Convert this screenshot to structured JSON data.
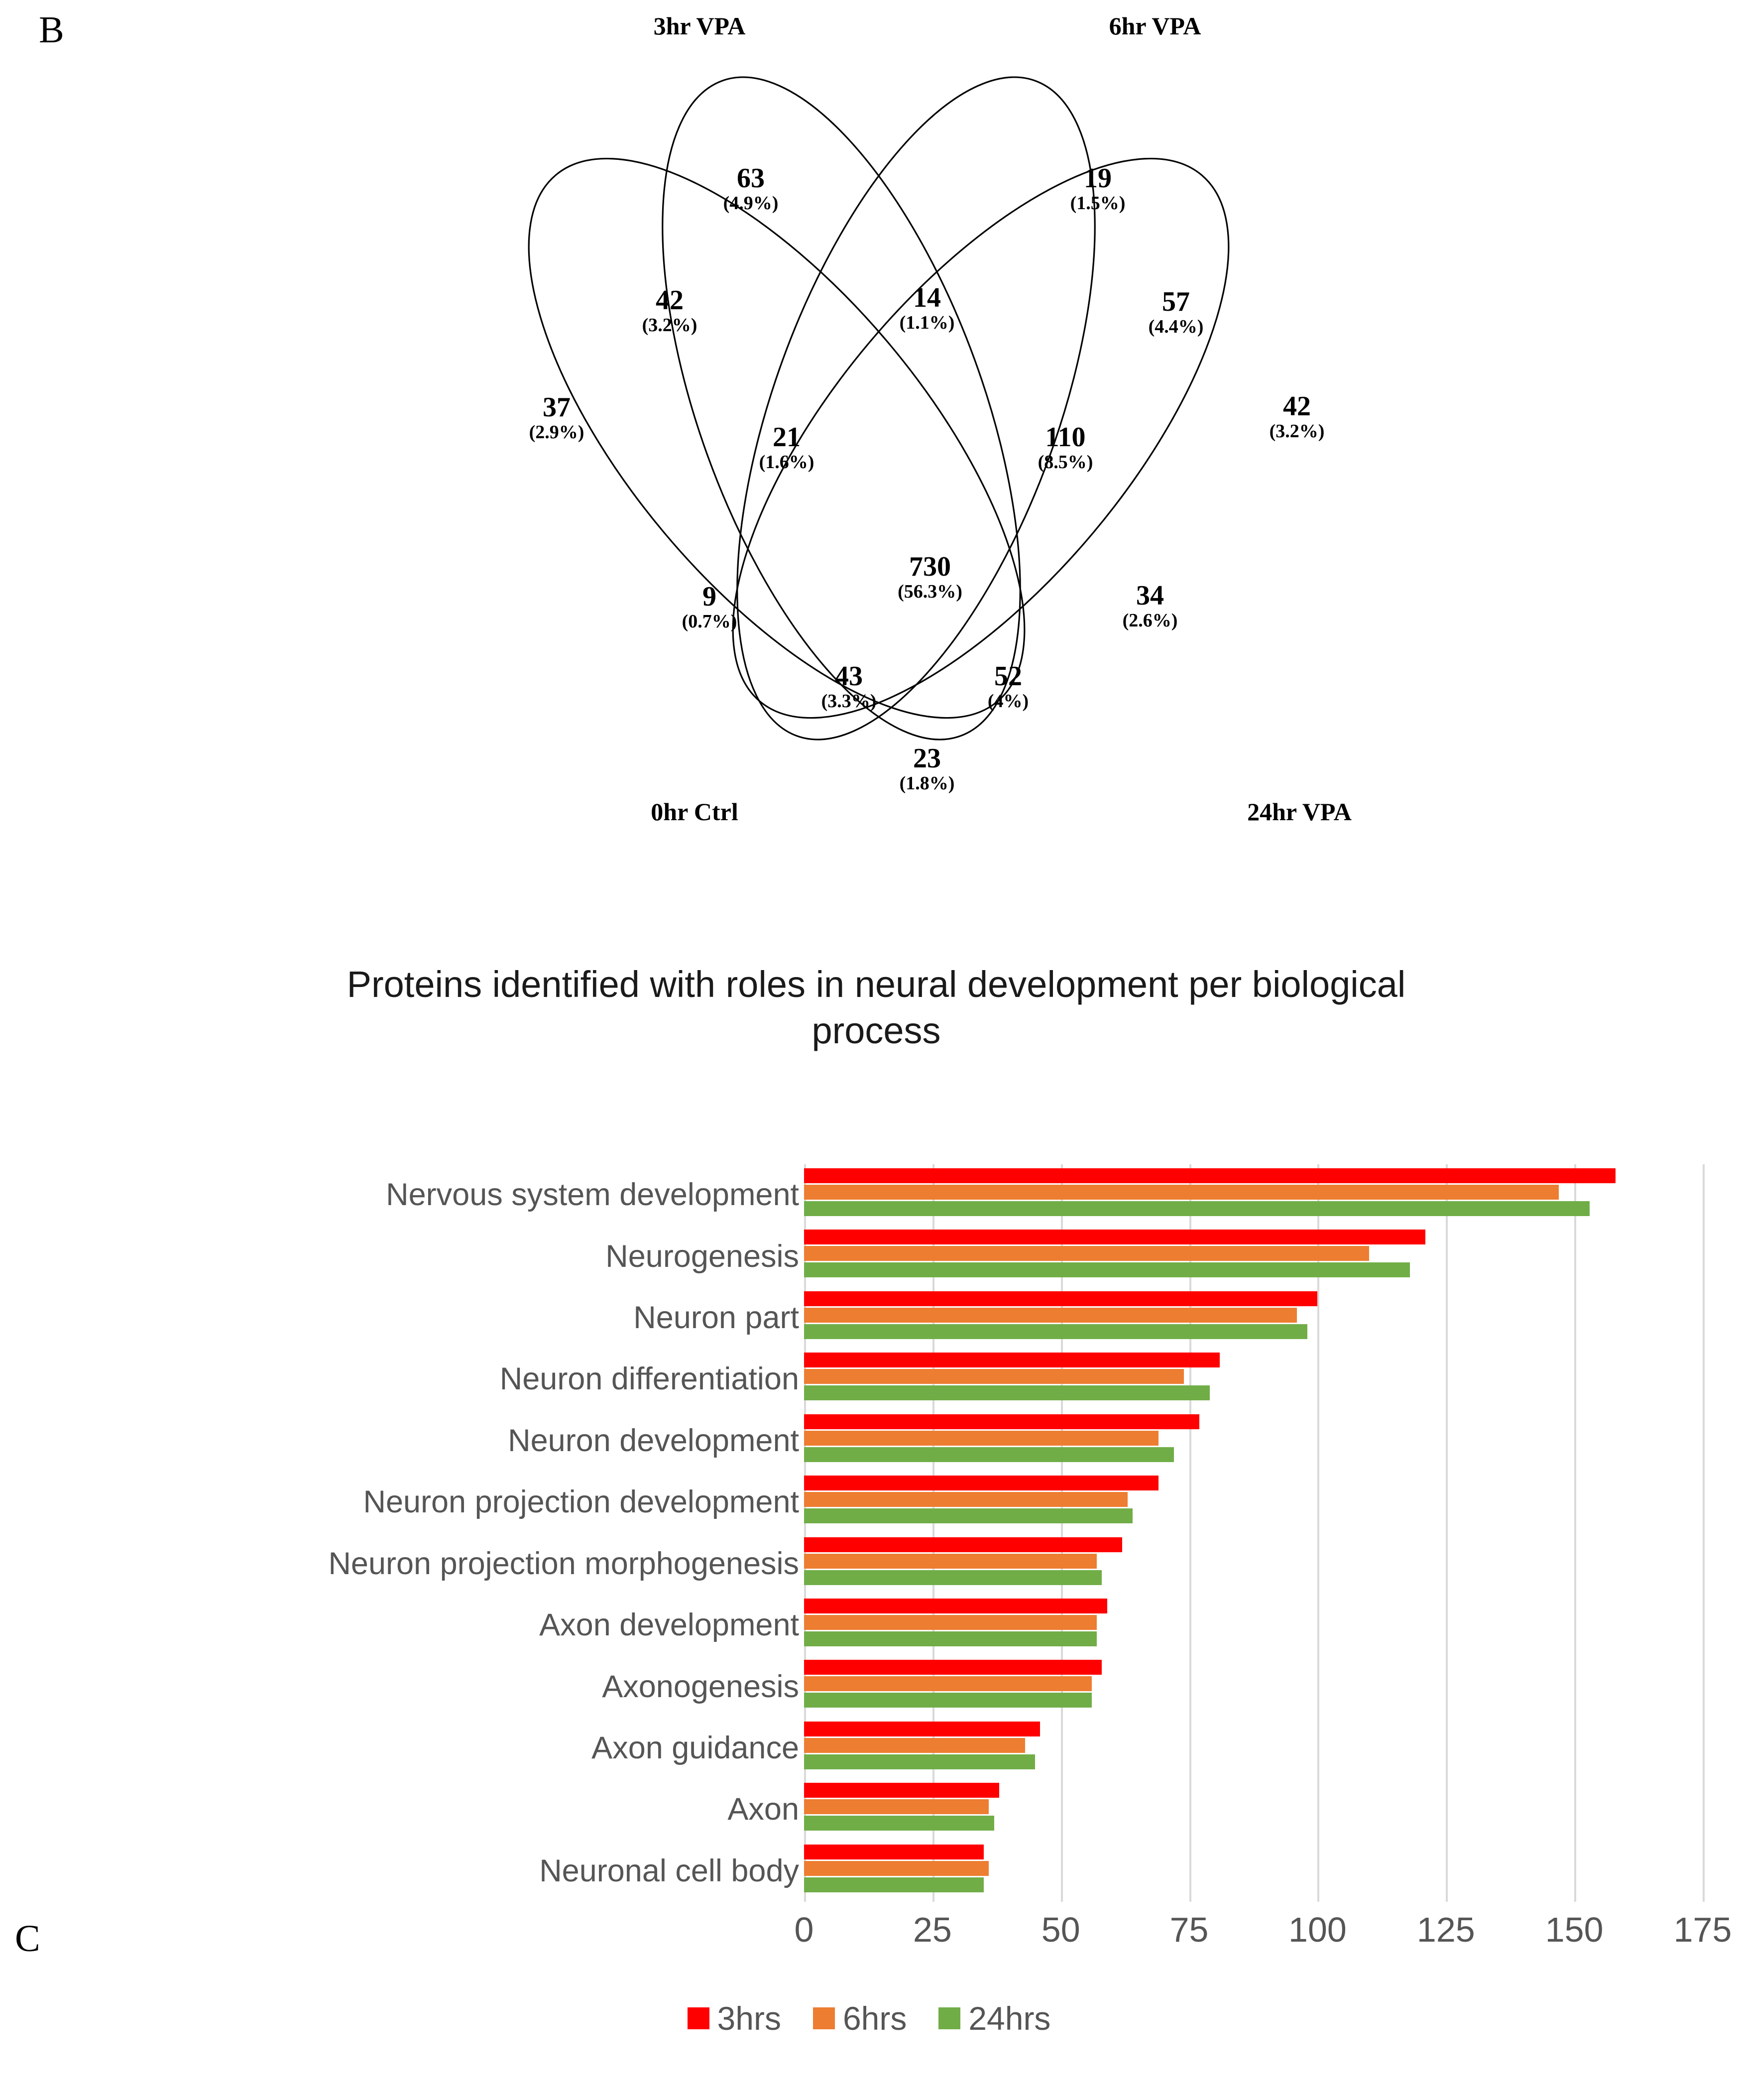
{
  "panels": {
    "b_letter": "B",
    "c_letter": "C"
  },
  "venn": {
    "set_labels": [
      {
        "name": "0hr Ctrl",
        "label": "0hr Ctrl"
      },
      {
        "name": "3hr VPA",
        "label": "3hr VPA"
      },
      {
        "name": "6hr VPA",
        "label": "6hr VPA"
      },
      {
        "name": "24hr VPA",
        "label": "24hr VPA"
      }
    ],
    "regions": [
      {
        "id": "only-3hr",
        "value": "63",
        "percent": "(4.9%)"
      },
      {
        "id": "only-6hr",
        "value": "19",
        "percent": "(1.5%)"
      },
      {
        "id": "ctrl-3hr",
        "value": "42",
        "percent": "(3.2%)"
      },
      {
        "id": "3hr-6hr",
        "value": "14",
        "percent": "(1.1%)"
      },
      {
        "id": "6hr-24hr",
        "value": "57",
        "percent": "(4.4%)"
      },
      {
        "id": "only-ctrl",
        "value": "37",
        "percent": "(2.9%)"
      },
      {
        "id": "ctrl-3hr-6hr",
        "value": "21",
        "percent": "(1.6%)"
      },
      {
        "id": "3hr-6hr-24hr",
        "value": "110",
        "percent": "(8.5%)"
      },
      {
        "id": "only-24hr",
        "value": "42",
        "percent": "(3.2%)"
      },
      {
        "id": "ctrl-3hr-24hr-partial",
        "value": "9",
        "percent": "(0.7%)"
      },
      {
        "id": "all-four",
        "value": "730",
        "percent": "(56.3%)"
      },
      {
        "id": "ctrl-6hr-24hr-partial",
        "value": "34",
        "percent": "(2.6%)"
      },
      {
        "id": "ctrl-3hr-24hr",
        "value": "43",
        "percent": "(3.3%)"
      },
      {
        "id": "3hr-6hr-24hr-lower",
        "value": "52",
        "percent": "(4%)"
      },
      {
        "id": "ctrl-24hr",
        "value": "23",
        "percent": "(1.8%)"
      }
    ]
  },
  "chart": {
    "title": "Proteins identified with roles in neural development per biological process",
    "legend": [
      {
        "label": "3hrs",
        "color": "#FF0000"
      },
      {
        "label": "6hrs",
        "color": "#ED7D31"
      },
      {
        "label": "24hrs",
        "color": "#70AD47"
      }
    ]
  },
  "chart_data": {
    "type": "bar",
    "orientation": "horizontal",
    "title": "Proteins identified with roles in neural development per biological process",
    "xlabel": "",
    "ylabel": "",
    "xlim": [
      0,
      175
    ],
    "xticks": [
      "0",
      "25",
      "50",
      "75",
      "100",
      "125",
      "150",
      "175"
    ],
    "grid": true,
    "legend_position": "bottom",
    "categories": [
      "Nervous system development",
      "Neurogenesis",
      "Neuron part",
      "Neuron differentiation",
      "Neuron development",
      "Neuron projection development",
      "Neuron projection morphogenesis",
      "Axon development",
      "Axonogenesis",
      "Axon guidance",
      "Axon",
      "Neuronal cell body"
    ],
    "series": [
      {
        "name": "3hrs",
        "color": "#FF0000",
        "values": [
          158,
          121,
          100,
          81,
          77,
          69,
          62,
          59,
          58,
          46,
          38,
          35
        ]
      },
      {
        "name": "6hrs",
        "color": "#ED7D31",
        "values": [
          147,
          110,
          96,
          74,
          69,
          63,
          57,
          57,
          56,
          43,
          36,
          36
        ]
      },
      {
        "name": "24hrs",
        "color": "#70AD47",
        "values": [
          153,
          118,
          98,
          79,
          72,
          64,
          58,
          57,
          56,
          45,
          37,
          35
        ]
      }
    ]
  }
}
